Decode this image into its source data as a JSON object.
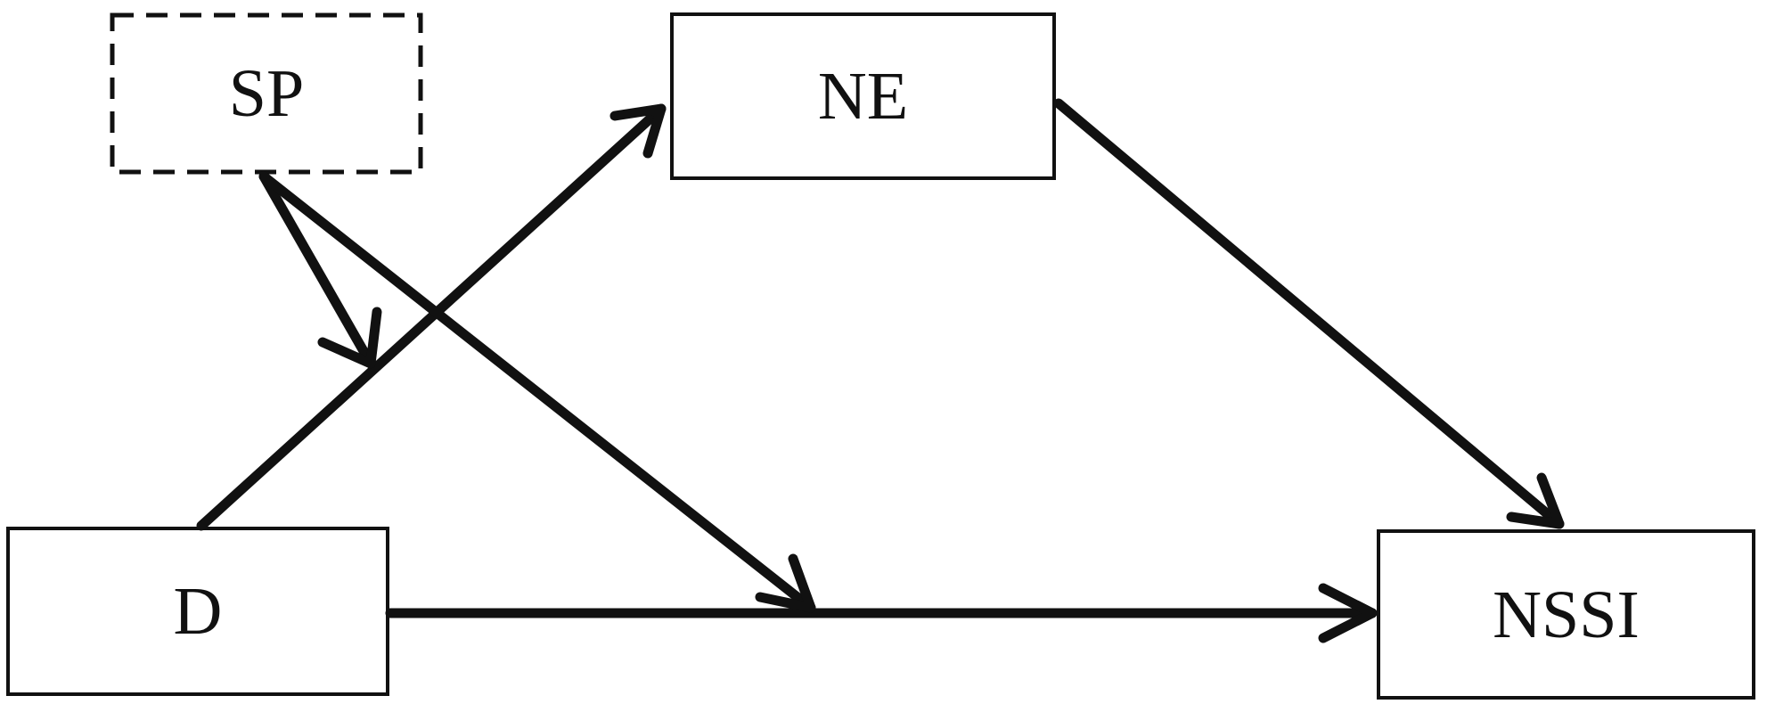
{
  "nodes": {
    "sp": "SP",
    "ne": "NE",
    "d": "D",
    "nssi": "NSSI"
  }
}
